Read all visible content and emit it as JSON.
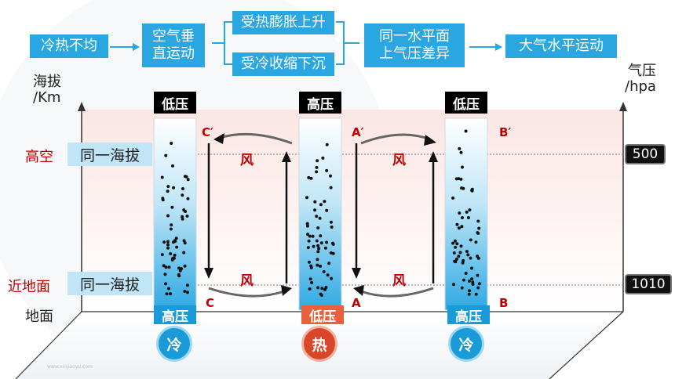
{
  "flow": {
    "step1": "冷热不均",
    "step2_line1": "空气垂",
    "step2_line2": "直运动",
    "branch_up": "受热膨胀上升",
    "branch_down": "受冷收缩下沉",
    "step3_line1": "同一水平面",
    "step3_line2": "上气压差异",
    "step4": "大气水平运动"
  },
  "axes": {
    "left_label_1": "海拔",
    "left_label_2": "/Km",
    "right_label_1": "气压",
    "right_label_2": "/hpa",
    "high_alt": "高空",
    "near_ground": "近地面",
    "ground": "地面",
    "same_altitude": "同一海拔",
    "pressure_high": "500",
    "pressure_low": "1010"
  },
  "columns": [
    {
      "top": "低压",
      "bottom": "高压",
      "temp": "冷",
      "top_point": "C′",
      "bottom_point": "C",
      "bottom_color": "#1a9ad6",
      "circle_color": "#1a9ad6"
    },
    {
      "top": "高压",
      "bottom": "低压",
      "temp": "热",
      "top_point": "A′",
      "bottom_point": "A",
      "bottom_color": "#e8603c",
      "circle_color": "#d9472b"
    },
    {
      "top": "低压",
      "bottom": "高压",
      "temp": "冷",
      "top_point": "B′",
      "bottom_point": "B",
      "bottom_color": "#1a9ad6",
      "circle_color": "#1a9ad6"
    }
  ],
  "wind": "风"
}
